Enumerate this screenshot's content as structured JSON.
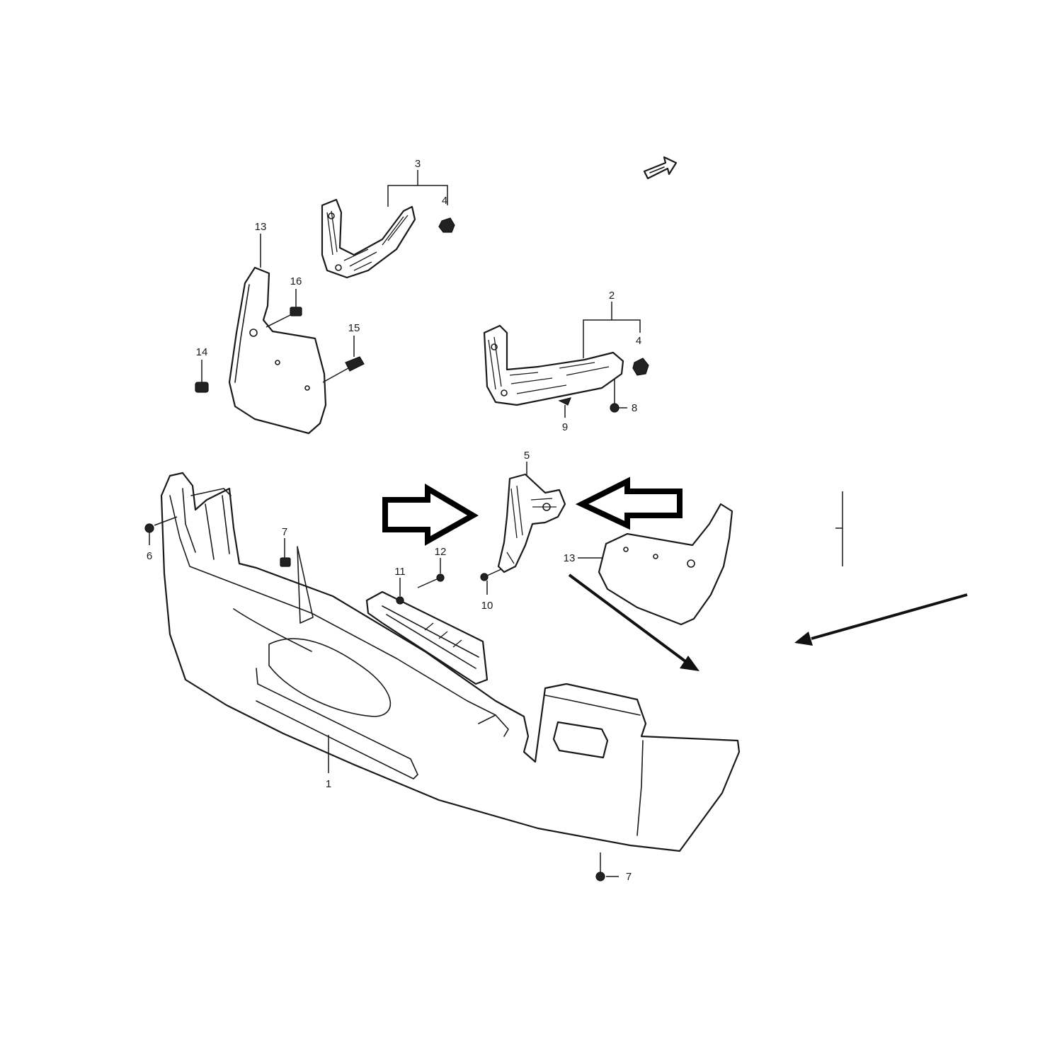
{
  "callouts": {
    "c1": "1",
    "c2": "2",
    "c3": "3",
    "c4a": "4",
    "c4b": "4",
    "c5": "5",
    "c6": "6",
    "c7a": "7",
    "c7b": "7",
    "c8": "8",
    "c9": "9",
    "c10": "10",
    "c11": "11",
    "c12": "12",
    "c13a": "13",
    "c13b": "13",
    "c14": "14",
    "c15": "15",
    "c16": "16"
  },
  "colors": {
    "line": "#1a1a1a",
    "background": "#ffffff",
    "annotation": "#000000"
  }
}
